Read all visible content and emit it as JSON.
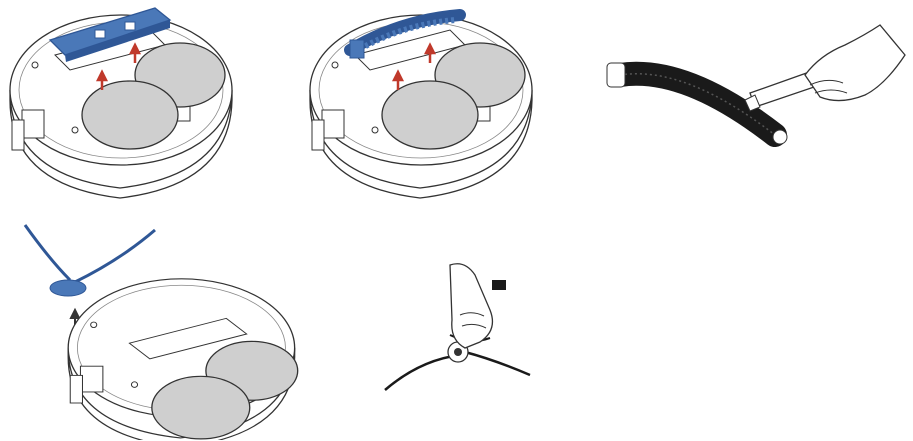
{
  "figure": {
    "panels": [
      {
        "id": "remove-brush-guard",
        "caption": ""
      },
      {
        "id": "remove-main-brush",
        "caption": ""
      },
      {
        "id": "cut-hair-from-brush",
        "caption": ""
      },
      {
        "id": "remove-side-brush",
        "caption": ""
      },
      {
        "id": "clean-side-brush",
        "caption": ""
      }
    ]
  },
  "colors": {
    "line": "#333333",
    "body_fill": "#ffffff",
    "pad_fill": "#cfcfcf",
    "part_blue": "#4a78b8",
    "part_blue_dark": "#2f5796",
    "arrow_red": "#c0392b",
    "brush_black": "#1a1a1a"
  },
  "icons": [
    "up-arrow-icon",
    "robot-vacuum-icon",
    "main-brush-icon",
    "brush-guard-icon",
    "side-brush-icon",
    "hand-icon",
    "scissors-icon"
  ]
}
